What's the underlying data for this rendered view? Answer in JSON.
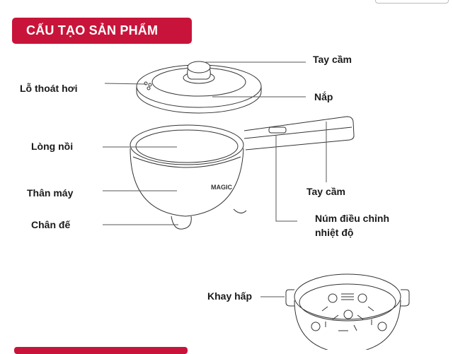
{
  "header": {
    "title": "CẤU TẠO SẢN PHẨM"
  },
  "brand_logo": "MAGIC",
  "labels": {
    "lid_handle": "Tay cầm",
    "steam_vent": "Lỗ thoát hơi",
    "lid": "Nắp",
    "inner_pot": "Lòng nồi",
    "body": "Thân máy",
    "base_feet": "Chân đế",
    "pot_handle": "Tay cầm",
    "temp_knob_line1": "Núm điều chỉnh",
    "temp_knob_line2": "nhiệt độ",
    "steamer_tray": "Khay hấp"
  },
  "colors": {
    "accent": "#c8143a"
  }
}
